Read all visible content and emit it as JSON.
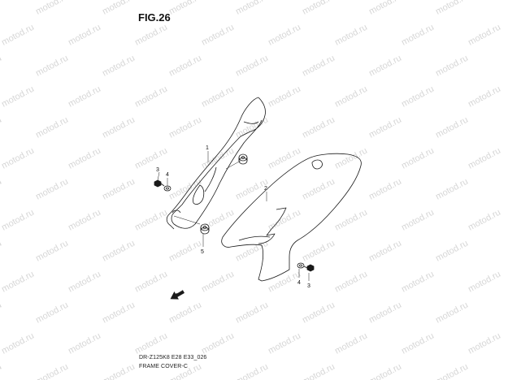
{
  "figure": {
    "title": "FIG.26",
    "model_code": "DR-Z125K8 E28 E33_026",
    "section_name": "FRAME COVER-C"
  },
  "watermark": {
    "text": "motod.ru"
  },
  "callouts": {
    "left_cover": "1",
    "right_cover": "2",
    "bolt_left": "3",
    "washer_left": "4",
    "grommet": "5",
    "washer_right": "4",
    "bolt_right": "3"
  },
  "colors": {
    "line": "#1a1a1a",
    "watermark": "#d6d6d6"
  },
  "icons": {
    "direction_arrow": "front-direction-arrow-icon"
  }
}
